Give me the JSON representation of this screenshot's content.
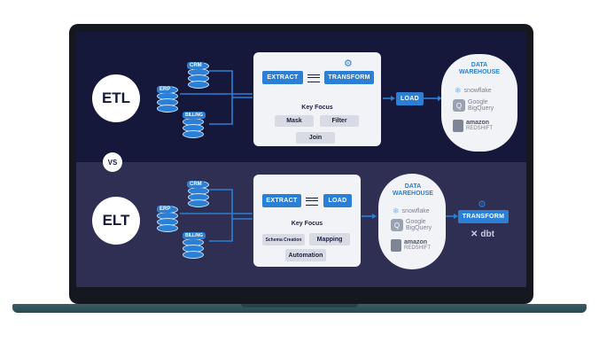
{
  "etl": {
    "label": "ETL",
    "sources": {
      "crm": "CRM",
      "erp": "ERP",
      "billing": "BILLING"
    },
    "extract": "EXTRACT",
    "transform": "TRANSFORM",
    "key_focus": "Key Focus",
    "focus_items": [
      "Mask",
      "Filter",
      "Join"
    ],
    "load": "LOAD",
    "warehouse_title": "DATA WAREHOUSE",
    "warehouses": {
      "snowflake": "snowflake",
      "google": "Google",
      "bigquery": "BigQuery",
      "amazon": "amazon",
      "redshift": "REDSHIFT"
    }
  },
  "vs": "VS",
  "elt": {
    "label": "ELT",
    "sources": {
      "crm": "CRM",
      "erp": "ERP",
      "billing": "BILLING"
    },
    "extract": "EXTRACT",
    "load": "LOAD",
    "key_focus": "Key Focus",
    "focus_items": [
      "Schema Creation",
      "Mapping",
      "Automation"
    ],
    "warehouse_title": "DATA WAREHOUSE",
    "warehouses": {
      "snowflake": "snowflake",
      "google": "Google",
      "bigquery": "BigQuery",
      "amazon": "amazon",
      "redshift": "REDSHIFT"
    },
    "transform": "TRANSFORM",
    "dbt": "dbt"
  },
  "colors": {
    "accent": "#2b7fd4",
    "etl_bg": "#15183a",
    "elt_bg": "#2e2f53",
    "laptop_base": "#3b5e66"
  }
}
